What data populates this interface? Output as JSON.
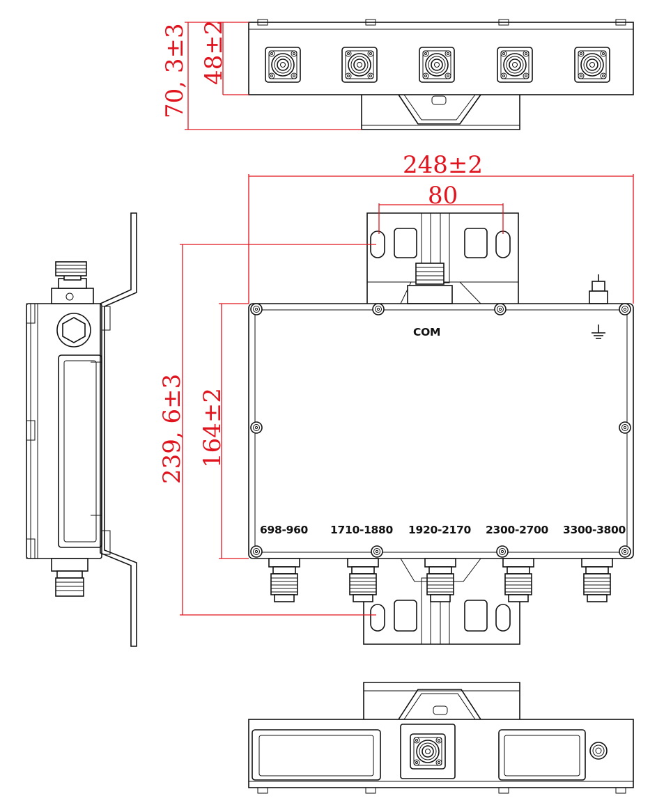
{
  "dimensions": {
    "top_height_total": "70, 3±3",
    "top_height_body": "48±2",
    "overall_width": "248±2",
    "bracket_hole_spacing": "80",
    "overall_height": "239, 6±3",
    "body_height": "164±2"
  },
  "ports": {
    "common": "COM",
    "bands": [
      "698-960",
      "1710-1880",
      "1920-2170",
      "2300-2700",
      "3300-3800"
    ]
  },
  "colors": {
    "dimension": "#e0141e",
    "outline": "#111111"
  },
  "icons": {
    "ground": "ground-icon"
  }
}
